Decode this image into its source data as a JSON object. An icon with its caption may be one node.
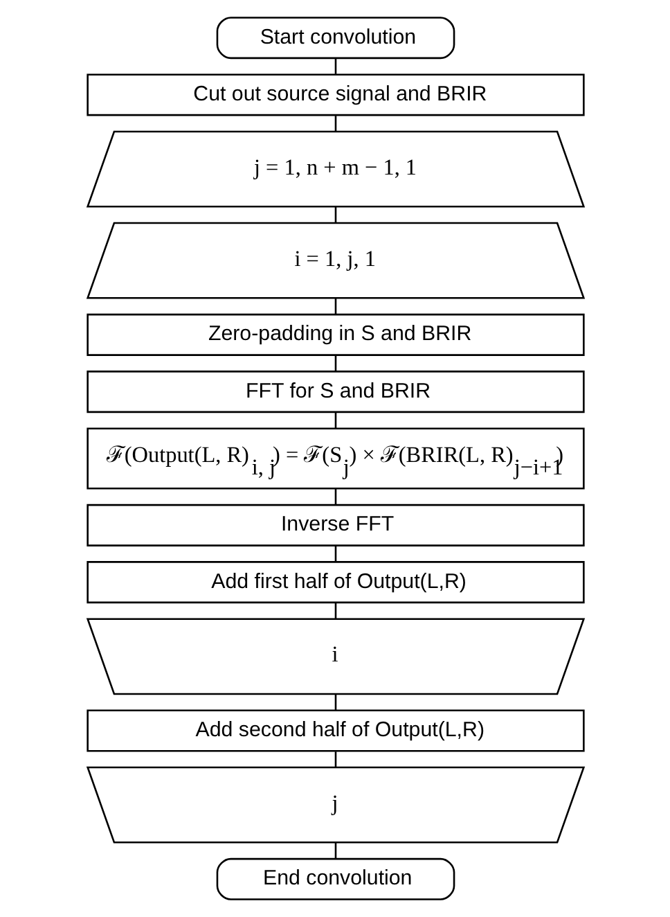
{
  "diagram": {
    "nodes": [
      {
        "text": [
          "Start convolution"
        ]
      },
      {
        "text": [
          "Cut out source signal and BRIR"
        ]
      },
      {
        "text": [
          "j = 1, n + m − 1, 1"
        ]
      },
      {
        "text": [
          "i = 1, j, 1"
        ]
      },
      {
        "text": [
          "Zero-padding in S and BRIR"
        ]
      },
      {
        "text": [
          "FFT for S and BRIR"
        ]
      },
      {
        "text": [
          "ℱ(Output(L, R)$_{i, j}$) = ℱ(S$_{j}$) × ℱ(BRIR(L, R)$_{j−i+1}$)"
        ]
      },
      {
        "text": [
          "Inverse FFT"
        ]
      },
      {
        "text": [
          "Add first half of Output(L,R)"
        ]
      },
      {
        "text": [
          "i"
        ]
      },
      {
        "text": [
          "Add second half of Output(L,R)"
        ]
      },
      {
        "text": [
          "j"
        ]
      },
      {
        "text": [
          "End convolution"
        ]
      }
    ],
    "edges": [
      {
        "from": 0,
        "to": 1,
        "arrow": "none"
      },
      {
        "from": 1,
        "to": 2,
        "arrow": "none"
      },
      {
        "from": 2,
        "to": 3,
        "arrow": "none"
      },
      {
        "from": 3,
        "to": 4,
        "arrow": "none"
      },
      {
        "from": 4,
        "to": 5,
        "arrow": "none"
      },
      {
        "from": 5,
        "to": 6,
        "arrow": "none"
      },
      {
        "from": 6,
        "to": 7,
        "arrow": "none"
      },
      {
        "from": 7,
        "to": 8,
        "arrow": "none"
      },
      {
        "from": 8,
        "to": 9,
        "arrow": "none"
      },
      {
        "from": 9,
        "to": 10,
        "arrow": "none"
      },
      {
        "from": 10,
        "to": 11,
        "arrow": "none"
      },
      {
        "from": 11,
        "to": 12,
        "arrow": "none"
      }
    ]
  }
}
